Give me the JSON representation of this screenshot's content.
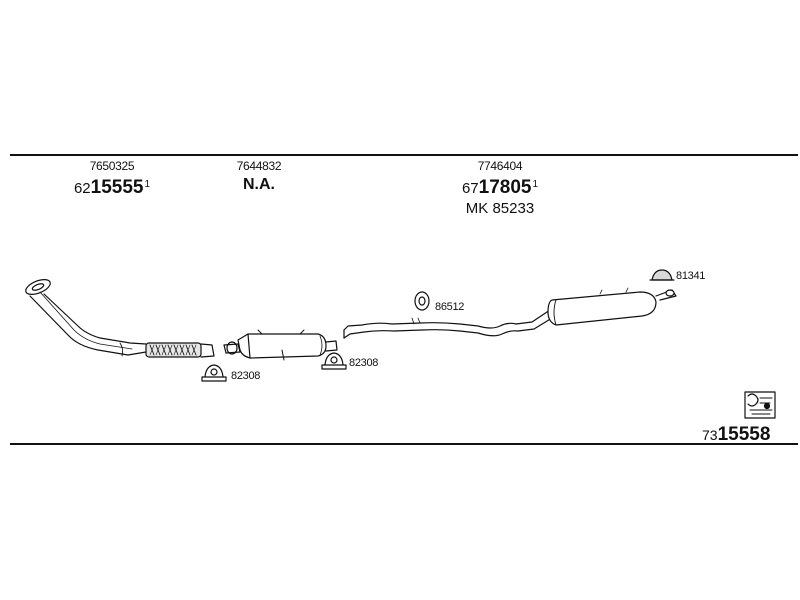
{
  "parts": [
    {
      "orig_no": "7650325",
      "art_prefix": "62",
      "art_main": "15555",
      "art_sup": "1"
    },
    {
      "orig_no": "7644832",
      "status": "N.A."
    },
    {
      "orig_no": "7746404",
      "art_prefix": "67",
      "art_main": "17805",
      "art_sup": "1",
      "ref": "MK 85233"
    }
  ],
  "callouts": {
    "clamp_front": "82308",
    "clamp_mid": "82308",
    "ring": "86512",
    "mount": "81341"
  },
  "kit": {
    "prefix": "73",
    "main": "15558"
  },
  "icons": {
    "kit_symbol": "kit-box-icon"
  },
  "colors": {
    "line": "#111111",
    "fill": "#d9d9d9",
    "background": "#ffffff"
  }
}
